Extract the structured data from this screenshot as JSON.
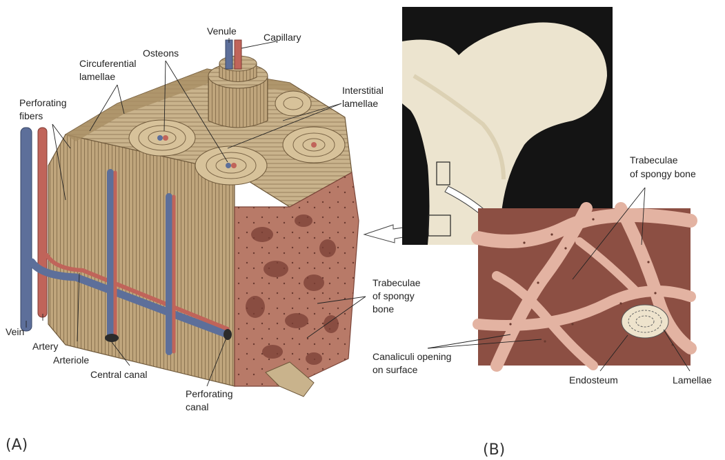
{
  "panels": {
    "a": {
      "letter": "(A)"
    },
    "b": {
      "letter": "(B)"
    }
  },
  "labels_a": {
    "venule": "Venule",
    "capillary": "Capillary",
    "osteons": "Osteons",
    "circumferential_1": "Circuferential",
    "circumferential_2": "lamellae",
    "perforating_fibers_1": "Perforating",
    "perforating_fibers_2": "fibers",
    "interstitial_1": "Interstitial",
    "interstitial_2": "lamellae",
    "trabeculae_1": "Trabeculae",
    "trabeculae_2": "of spongy",
    "trabeculae_3": "bone",
    "vein": "Vein",
    "artery": "Artery",
    "arteriole": "Arteriole",
    "central_canal": "Central canal",
    "perforating_canal_1": "Perforating",
    "perforating_canal_2": "canal"
  },
  "labels_b": {
    "trabeculae_1": "Trabeculae",
    "trabeculae_2": "of spongy bone",
    "canaliculi_1": "Canaliculi opening",
    "canaliculi_2": "on surface",
    "endosteum": "Endosteum",
    "lamellae": "Lamellae"
  },
  "colors": {
    "compact_bone": "#c9b38c",
    "bone_lines": "#7a6446",
    "spongy_bone": "#d9a08f",
    "spongy_dark": "#8c4f43",
    "vein": "#5d6f9a",
    "artery": "#c0645a",
    "photo_bg": "#141414",
    "femur": "#ece4cf"
  }
}
